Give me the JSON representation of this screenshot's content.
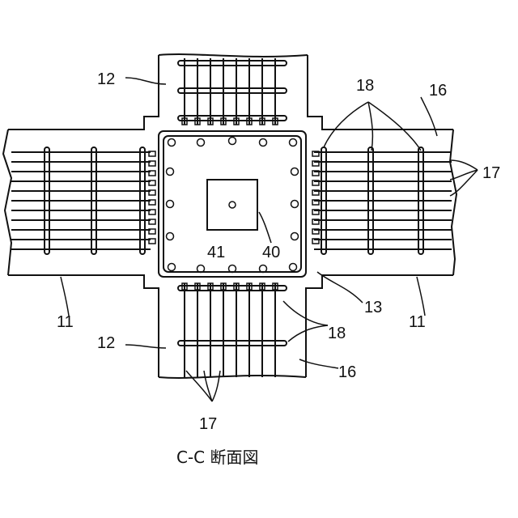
{
  "caption": "C-C 断面図",
  "labels": {
    "beam_11_left": "11",
    "beam_11_right": "11",
    "beam_12_top": "12",
    "beam_12_bottom": "12",
    "joint_13": "13",
    "concrete_16_right": "16",
    "concrete_16_bottom": "16",
    "bar_17_right": "17",
    "bar_17_bottom": "17",
    "stirrup_18_top": "18",
    "stirrup_18_bottom": "18",
    "core_40": "40",
    "center_41": "41"
  }
}
